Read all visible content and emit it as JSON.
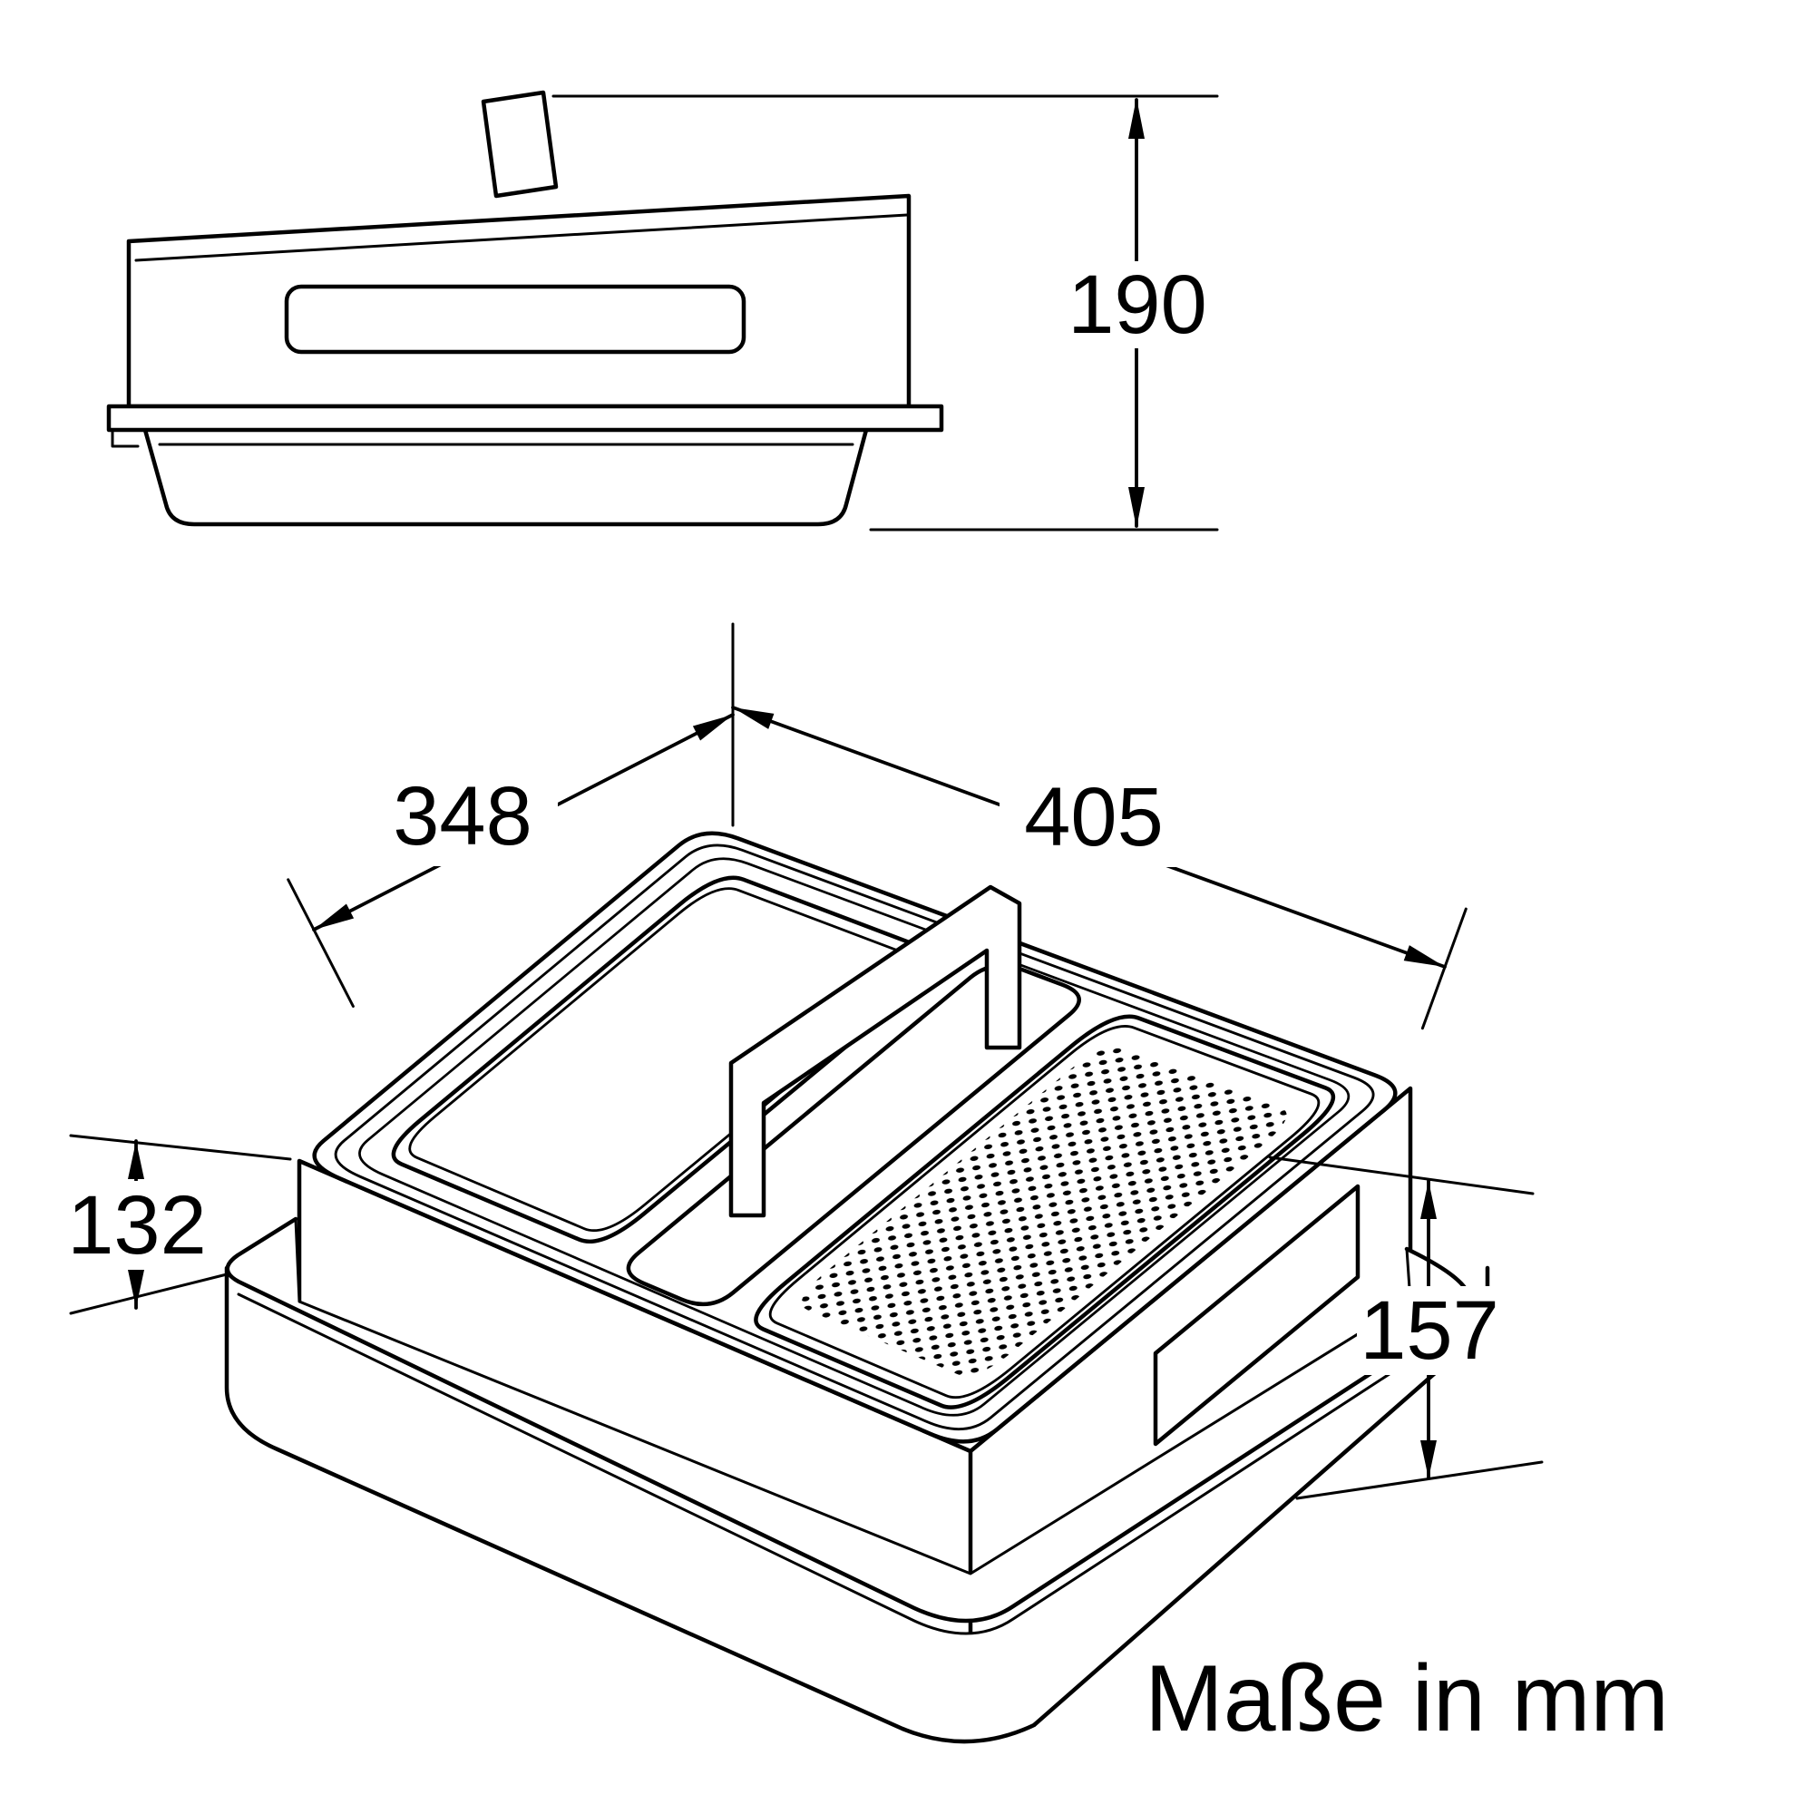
{
  "drawing": {
    "caption": "Maße in mm",
    "dimensions": {
      "overall_height": "190",
      "depth": "348",
      "width": "405",
      "pan_height": "132",
      "total_height": "157"
    },
    "colors": {
      "line": "#000000",
      "background": "#ffffff"
    }
  }
}
